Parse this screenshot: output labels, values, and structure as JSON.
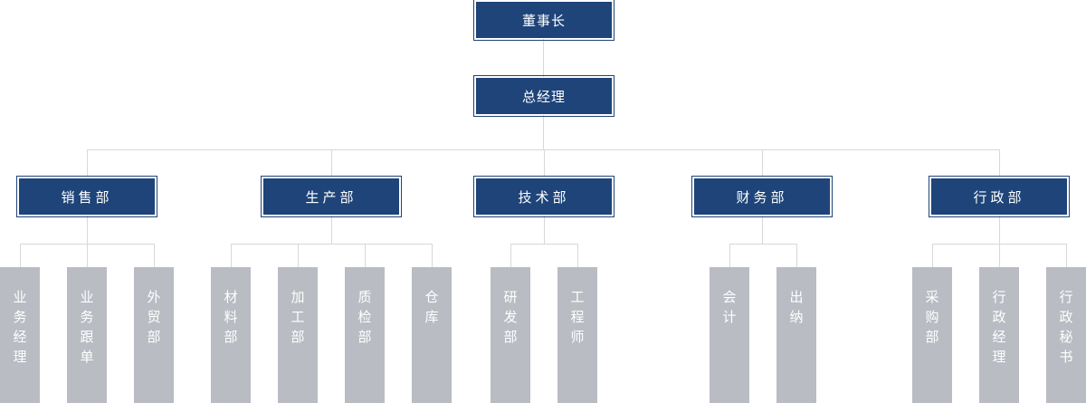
{
  "colors": {
    "box": "#1e4479",
    "sub": "#b9bcc2",
    "line": "#d6d8dc"
  },
  "chairman": "董事长",
  "gm": "总经理",
  "departments": [
    {
      "name": "销售部",
      "subs": [
        "业务经理",
        "业务跟单",
        "外贸部"
      ]
    },
    {
      "name": "生产部",
      "subs": [
        "材料部",
        "加工部",
        "质检部",
        "仓库"
      ]
    },
    {
      "name": "技术部",
      "subs": [
        "研发部",
        "工程师"
      ]
    },
    {
      "name": "财务部",
      "subs": [
        "会计",
        "出纳"
      ]
    },
    {
      "name": "行政部",
      "subs": [
        "采购部",
        "行政经理",
        "行政秘书"
      ]
    }
  ]
}
